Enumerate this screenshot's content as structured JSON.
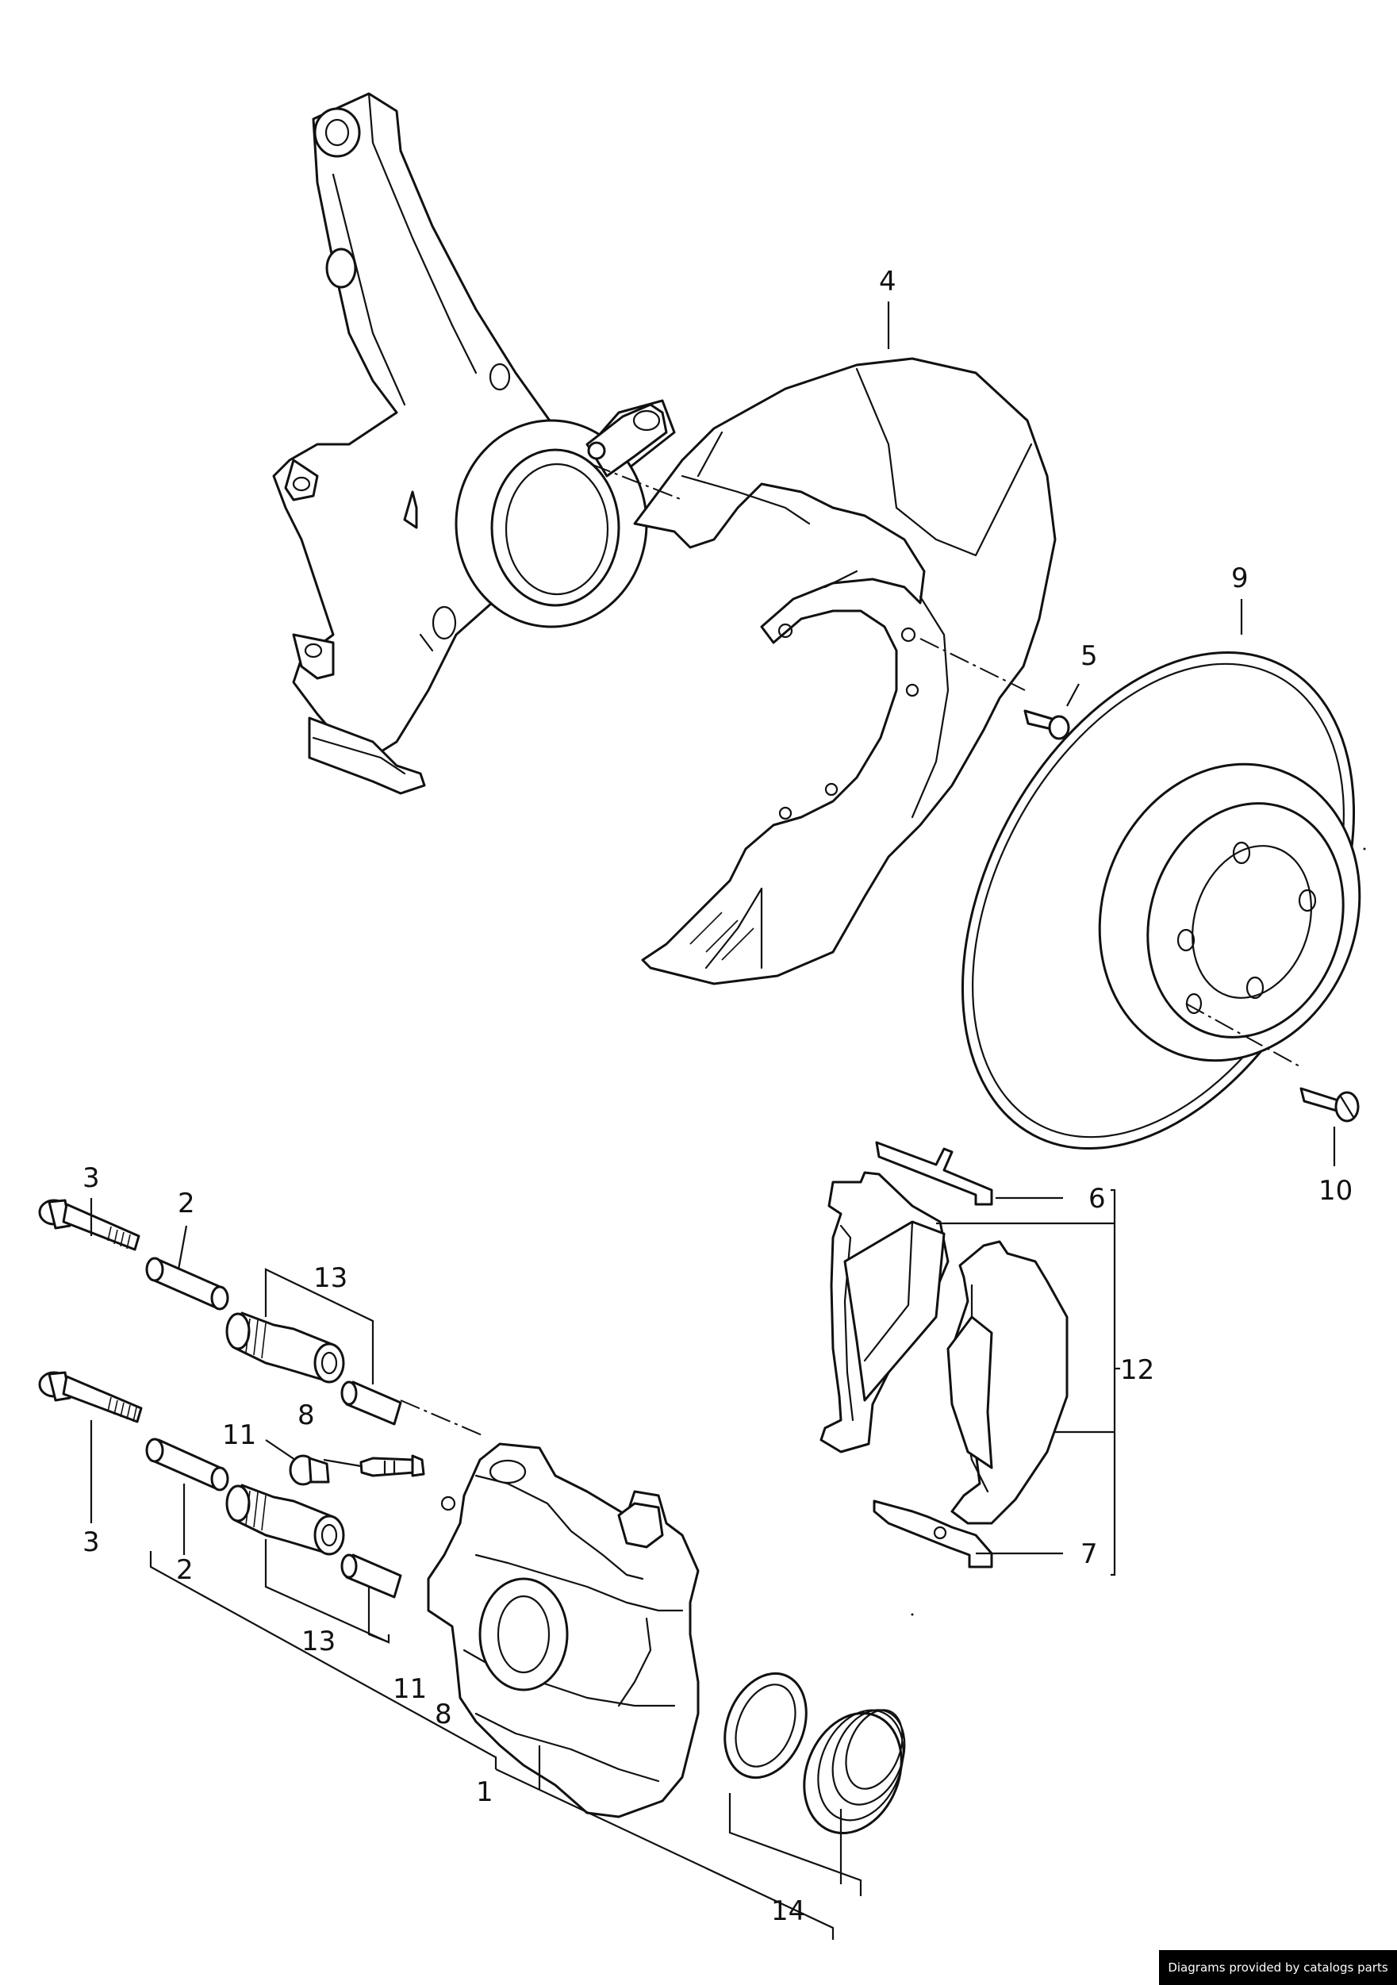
{
  "callouts": {
    "c1": "1",
    "c2a": "2",
    "c2b": "2",
    "c3a": "3",
    "c3b": "3",
    "c4": "4",
    "c5": "5",
    "c6": "6",
    "c7": "7",
    "c8a": "8",
    "c8b": "8",
    "c9": "9",
    "c10": "10",
    "c11a": "11",
    "c11b": "11",
    "c12": "12",
    "c13a": "13",
    "c13b": "13",
    "c14": "14"
  },
  "credit": "Diagrams provided by catalogs parts",
  "colors": {
    "line": "#111111",
    "background": "#ffffff",
    "credit_bg": "#000000",
    "credit_text": "#ffffff"
  }
}
